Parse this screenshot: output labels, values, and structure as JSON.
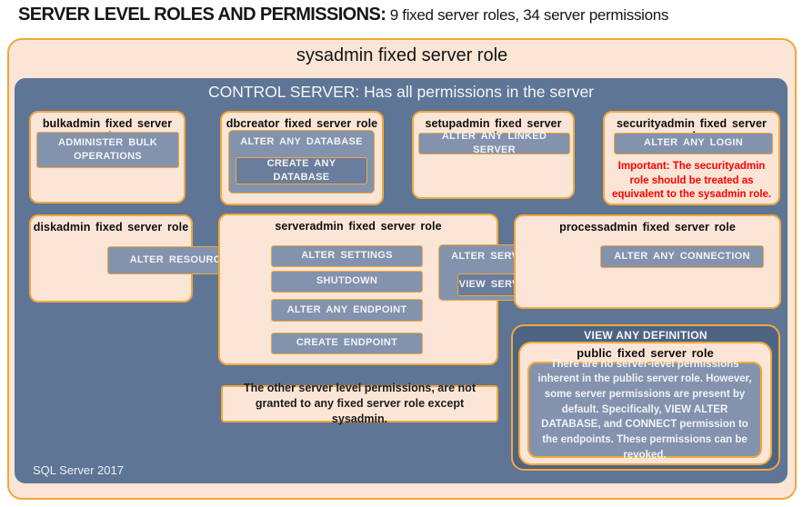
{
  "page": {
    "title_bold": "SERVER LEVEL ROLES AND PERMISSIONS:",
    "title_rest": " 9 fixed server roles, 34 server permissions",
    "footer": "SQL Server 2017"
  },
  "sysadmin": {
    "label": "sysadmin fixed server role"
  },
  "control_server": {
    "label": "CONTROL SERVER: Has all permissions in the server"
  },
  "roles": {
    "bulkadmin": {
      "title": "bulkadmin fixed server role",
      "perm": "ADMINISTER BULK OPERATIONS"
    },
    "dbcreator": {
      "title": "dbcreator fixed server role",
      "perm_outer": "ALTER ANY DATABASE",
      "perm_inner": "CREATE ANY DATABASE"
    },
    "setupadmin": {
      "title": "setupadmin fixed server role",
      "perm": "ALTER ANY LINKED SERVER"
    },
    "securityadmin": {
      "title": "securityadmin fixed server role",
      "perm": "ALTER ANY LOGIN",
      "note": "Important: The securityadmin role should be treated as equivalent to the sysadmin role."
    },
    "diskadmin": {
      "title": "diskadmin fixed server role",
      "perm": "ALTER RESOURCES"
    },
    "serveradmin": {
      "title": "serveradmin fixed server role",
      "perms": [
        "ALTER SETTINGS",
        "SHUTDOWN",
        "ALTER ANY ENDPOINT",
        "CREATE ENDPOINT"
      ],
      "perm_outer": "ALTER SERVER STATE",
      "perm_inner": "VIEW SERVER STATE"
    },
    "processadmin": {
      "title": "processadmin fixed server role",
      "perm": "ALTER ANY CONNECTION"
    },
    "public": {
      "container": "VIEW ANY DEFINITION",
      "title": "public fixed server role",
      "note": "There are no server-level permissions inherent in the public server role. However, some server permissions are present by default. Specifically, VIEW ALTER DATABASE, and CONNECT permission to the endpoints. These permissions can be revoked."
    }
  },
  "note": "The other server level permissions, are not granted to any fixed server role except sysadmin.",
  "colors": {
    "peach": "#FBE5D6",
    "orange_border": "#F1A83B",
    "slate": "#5E7596",
    "slate_dark": "#4D6484",
    "button": "#8393AD",
    "button_dark": "#6A7D9D",
    "important_red": "#FF0000"
  }
}
